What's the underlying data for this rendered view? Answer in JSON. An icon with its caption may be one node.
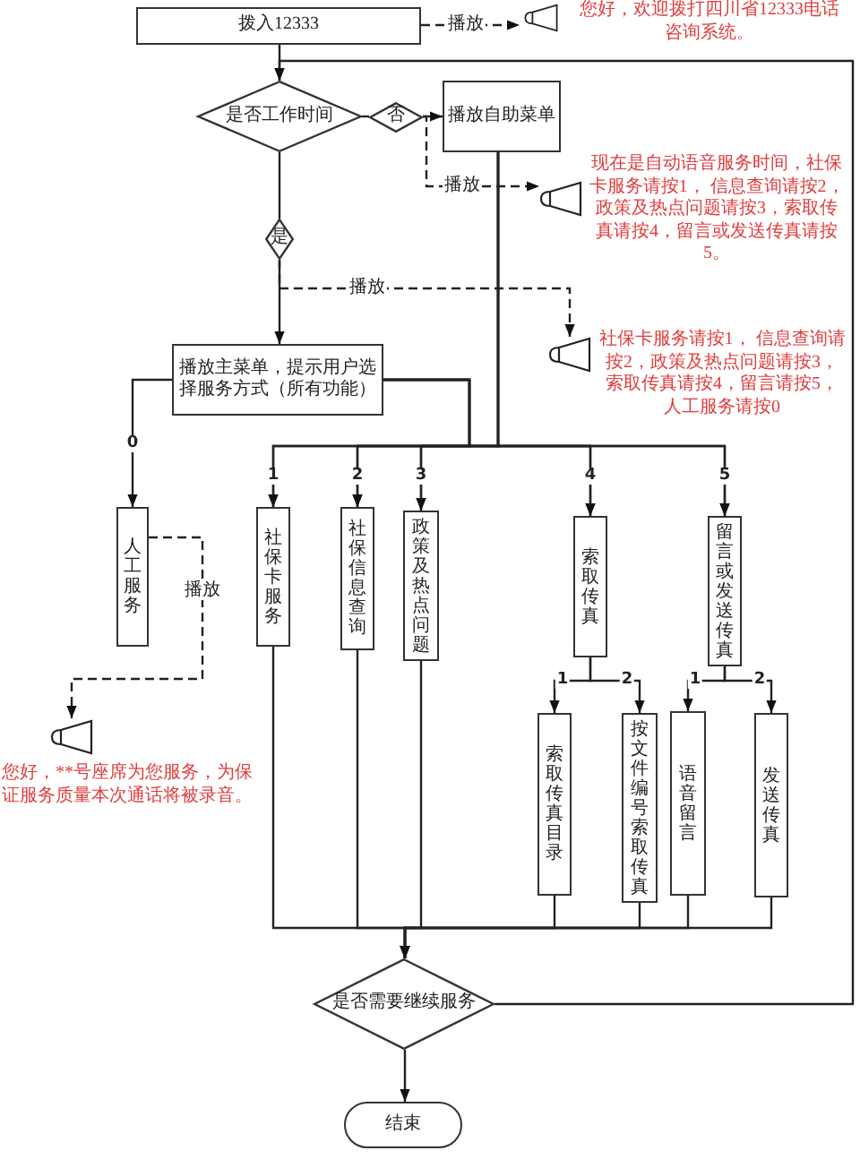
{
  "diagram": {
    "nodes": [
      {
        "text": [
          "拨入12333"
        ]
      },
      {
        "text": [],
        "shape": "speaker",
        "beside": [
          "您好，欢迎拨打四川省12333电话咨询系统。"
        ]
      },
      {
        "text": [
          "是否工作时间"
        ]
      },
      {
        "text": [
          "否"
        ]
      },
      {
        "text": [
          "播放自助菜单"
        ]
      },
      {
        "text": [],
        "shape": "speaker",
        "beside": [
          "现在是自动语音服务时间，社保卡服务请按1， 信息查询请按2，政策及热点问题请按3，索取传真请按4，留言或发送传真请按5。"
        ]
      },
      {
        "text": [
          "是"
        ]
      },
      {
        "text": [
          "播放主菜单，提示用户选择服务方式（所有功能）"
        ]
      },
      {
        "text": [],
        "shape": "speaker",
        "beside": [
          "社保卡服务请按1， 信息查询请按2，政策及热点问题请按3，索取传真请按4，留言请按5，人工服务请按0"
        ]
      },
      {
        "text": [
          "人工服务"
        ]
      },
      {
        "text": [],
        "shape": "speaker",
        "beside": [
          "您好，**号座席为您服务，为保证服务质量本次通话将被录音。"
        ]
      },
      {
        "text": [
          "社保卡服务"
        ]
      },
      {
        "text": [
          "社保信息查询"
        ]
      },
      {
        "text": [
          "政策及热点问题"
        ]
      },
      {
        "text": [
          "索取传真"
        ]
      },
      {
        "text": [
          "留言或发送传真"
        ]
      },
      {
        "text": [
          "索取传真目录"
        ]
      },
      {
        "text": [
          "按文件编号索取传真"
        ]
      },
      {
        "text": [
          "语音留言"
        ]
      },
      {
        "text": [
          "发送传真"
        ]
      },
      {
        "text": [
          "是否需要继续服务"
        ]
      },
      {
        "text": [
          "结束"
        ]
      }
    ],
    "edges": [
      {
        "from": 0,
        "to": 2,
        "arrow": "to"
      },
      {
        "from": 0,
        "to": 1,
        "arrow": "to",
        "label": "播放",
        "style": "dashed"
      },
      {
        "from": 2,
        "to": 3,
        "arrow": "none"
      },
      {
        "from": 3,
        "to": 4,
        "arrow": "to"
      },
      {
        "from": 3,
        "to": 5,
        "arrow": "to",
        "label": "播放",
        "style": "dashed"
      },
      {
        "from": 2,
        "to": 6,
        "arrow": "none"
      },
      {
        "from": 6,
        "to": 7,
        "arrow": "to"
      },
      {
        "from": 6,
        "to": 8,
        "arrow": "to",
        "label": "播放",
        "style": "dashed"
      },
      {
        "from": 7,
        "to": 9,
        "arrow": "to",
        "label": "0"
      },
      {
        "from": 7,
        "to": 11,
        "arrow": "to",
        "label": "1"
      },
      {
        "from": 7,
        "to": 12,
        "arrow": "to",
        "label": "2"
      },
      {
        "from": 7,
        "to": 13,
        "arrow": "to",
        "label": "3"
      },
      {
        "from": 7,
        "to": 14,
        "arrow": "to",
        "label": "4"
      },
      {
        "from": 7,
        "to": 15,
        "arrow": "to",
        "label": "5"
      },
      {
        "from": 4,
        "to": 11,
        "arrow": "to"
      },
      {
        "from": 4,
        "to": 12,
        "arrow": "to"
      },
      {
        "from": 4,
        "to": 13,
        "arrow": "to"
      },
      {
        "from": 4,
        "to": 14,
        "arrow": "to"
      },
      {
        "from": 4,
        "to": 15,
        "arrow": "to"
      },
      {
        "from": 9,
        "to": 10,
        "arrow": "to",
        "label": "播放",
        "style": "dashed"
      },
      {
        "from": 14,
        "to": 16,
        "arrow": "to",
        "label": "1"
      },
      {
        "from": 14,
        "to": 17,
        "arrow": "to",
        "label": "2"
      },
      {
        "from": 15,
        "to": 18,
        "arrow": "to",
        "label": "1"
      },
      {
        "from": 15,
        "to": 19,
        "arrow": "to",
        "label": "2"
      },
      {
        "from": 11,
        "to": 20,
        "arrow": "to"
      },
      {
        "from": 12,
        "to": 20,
        "arrow": "to"
      },
      {
        "from": 13,
        "to": 20,
        "arrow": "to"
      },
      {
        "from": 16,
        "to": 20,
        "arrow": "to"
      },
      {
        "from": 17,
        "to": 20,
        "arrow": "to"
      },
      {
        "from": 18,
        "to": 20,
        "arrow": "to"
      },
      {
        "from": 19,
        "to": 20,
        "arrow": "to"
      },
      {
        "from": 20,
        "to": 2,
        "arrow": "to"
      },
      {
        "from": 20,
        "to": 21,
        "arrow": "to"
      }
    ]
  }
}
